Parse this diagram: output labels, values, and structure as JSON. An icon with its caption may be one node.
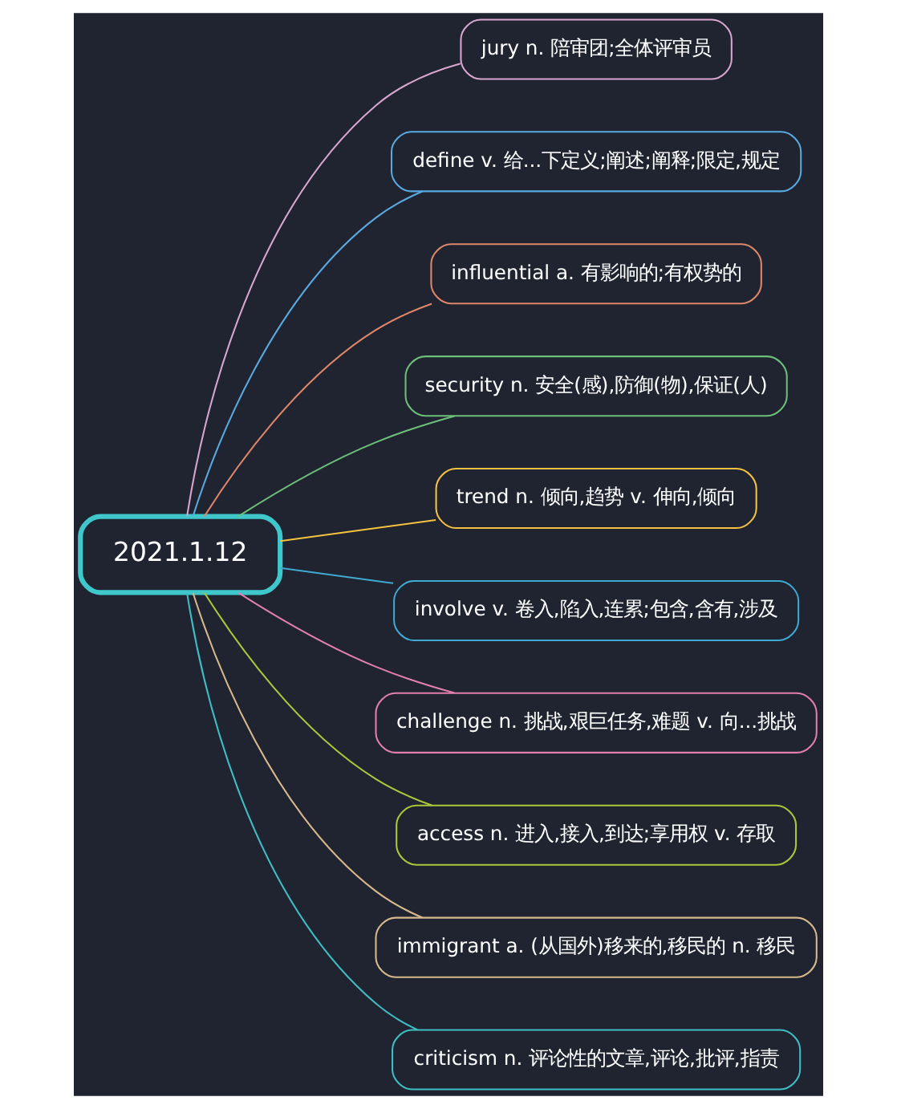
{
  "diagram": {
    "nodes": [
      {
        "text": [
          "2021.1.12"
        ]
      },
      {
        "text": [
          "jury n. 陪审团;全体评审员"
        ]
      },
      {
        "text": [
          "define v. 给...下定义;阐述;阐释;限定,规定"
        ]
      },
      {
        "text": [
          "influential a. 有影响的;有权势的"
        ]
      },
      {
        "text": [
          "security n. 安全(感),防御(物),保证(人)"
        ]
      },
      {
        "text": [
          "trend n. 倾向,趋势 v. 伸向,倾向"
        ]
      },
      {
        "text": [
          "involve v. 卷入,陷入,连累;包含,含有,涉及"
        ]
      },
      {
        "text": [
          "challenge n. 挑战,艰巨任务,难题 v. 向...挑战"
        ]
      },
      {
        "text": [
          "access n. 进入,接入,到达;享用权 v. 存取"
        ]
      },
      {
        "text": [
          "immigrant a. (从国外)移来的,移民的 n. 移民"
        ]
      },
      {
        "text": [
          "criticism n. 评论性的文章,评论,批评,指责"
        ]
      }
    ],
    "edges": [
      {
        "from": 0,
        "to": 1,
        "arrow": "none",
        "color": "#d8a6cf"
      },
      {
        "from": 0,
        "to": 2,
        "arrow": "none",
        "color": "#5aa9e0"
      },
      {
        "from": 0,
        "to": 3,
        "arrow": "none",
        "color": "#e0876a"
      },
      {
        "from": 0,
        "to": 4,
        "arrow": "none",
        "color": "#6dbf7a"
      },
      {
        "from": 0,
        "to": 5,
        "arrow": "none",
        "color": "#f5c242"
      },
      {
        "from": 0,
        "to": 6,
        "arrow": "none",
        "color": "#3fa9d1"
      },
      {
        "from": 0,
        "to": 7,
        "arrow": "none",
        "color": "#e27fae"
      },
      {
        "from": 0,
        "to": 8,
        "arrow": "none",
        "color": "#a9c93a"
      },
      {
        "from": 0,
        "to": 9,
        "arrow": "none",
        "color": "#d8b98c"
      },
      {
        "from": 0,
        "to": 10,
        "arrow": "none",
        "color": "#3fbfc4"
      }
    ]
  }
}
